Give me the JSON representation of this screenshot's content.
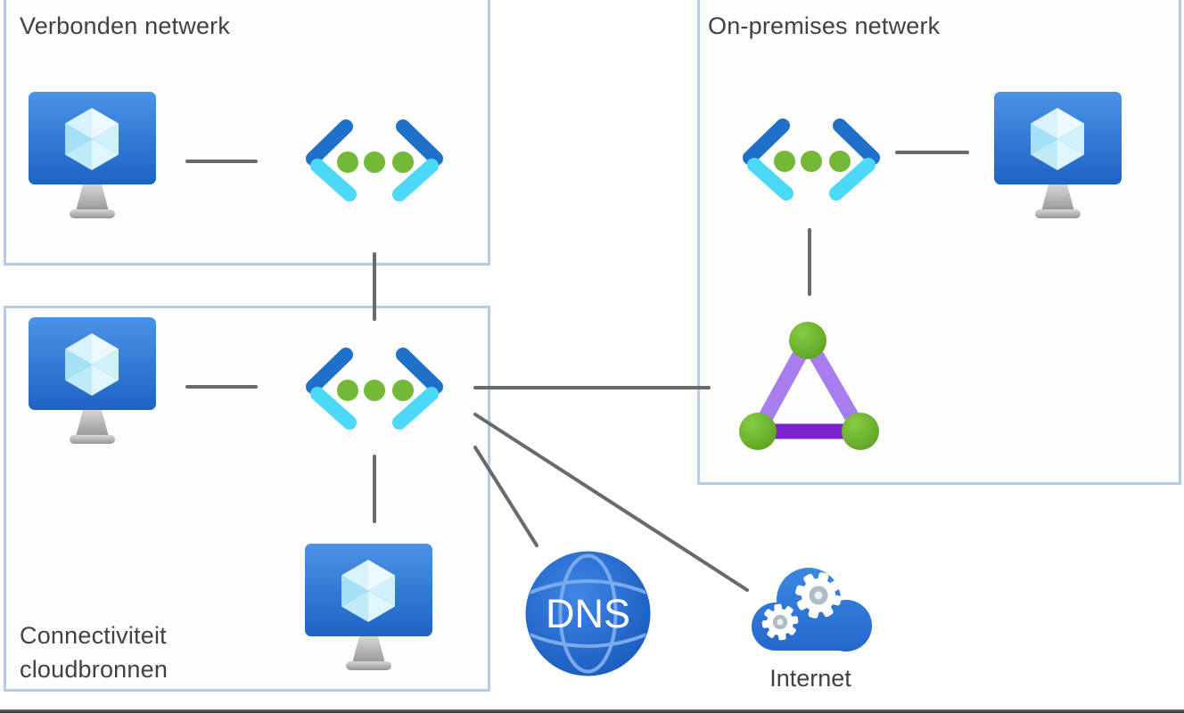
{
  "page": {
    "background": "#ffffff",
    "bottom_edge_color": "#343434"
  },
  "styles": {
    "region_border": "#b6cce6",
    "region_fill": "#fdfdfe",
    "connector": "#6a6a6a",
    "label_color": "#3f4245"
  },
  "regions": {
    "verbonden": {
      "label": "Verbonden netwerk"
    },
    "cloudbronnen": {
      "label": "Connectiviteit cloudbronnen"
    },
    "onpremises": {
      "label": "On-premises netwerk"
    }
  },
  "labels": {
    "dns": "DNS",
    "internet": "Internet"
  },
  "icons": {
    "virtual_machine": "azure-virtual-machine-monitor-with-cube",
    "virtual_network": "azure-virtual-network-chevrons-with-dots",
    "local_network_gateway": "purple-triangle-with-green-nodes",
    "dns": "blue-globe-dns",
    "internet": "blue-cloud-with-gears"
  },
  "colors": {
    "vm_screen_top": "#4a93e6",
    "vm_screen_bottom": "#1e63c5",
    "vnet_chevron_dark": "#1f70ca",
    "vnet_chevron_light": "#4cd9f8",
    "vnet_dot_green": "#74b837",
    "gateway_side_purple": "#a87ded",
    "gateway_base_purple": "#7e22cf",
    "gateway_node_green": "#6cb52f",
    "dns_globe_blue": "#2a72d4",
    "internet_cloud_blue": "#2e7cd6",
    "connector_gray": "#6a6a6a",
    "region_border_blue": "#b6cce6"
  }
}
